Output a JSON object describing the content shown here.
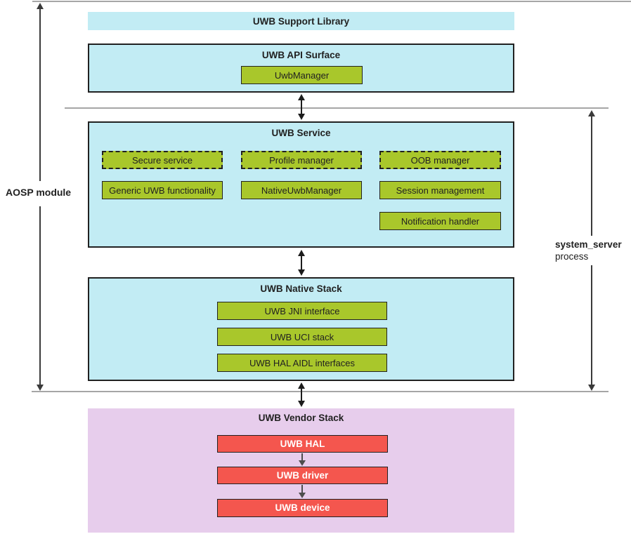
{
  "labels": {
    "aosp_module": "AOSP module",
    "system_server": "system_server",
    "process": "process"
  },
  "layers": {
    "support_library": {
      "title": "UWB Support Library"
    },
    "api_surface": {
      "title": "UWB API Surface",
      "items": [
        {
          "label": "UwbManager"
        }
      ]
    },
    "service": {
      "title": "UWB Service",
      "dashed_items": [
        {
          "label": "Secure service"
        },
        {
          "label": "Profile manager"
        },
        {
          "label": "OOB manager"
        }
      ],
      "solid_items": [
        {
          "label": "Generic UWB functionality"
        },
        {
          "label": "NativeUwbManager"
        },
        {
          "label": "Session management"
        },
        {
          "label": "Notification handler"
        }
      ]
    },
    "native_stack": {
      "title": "UWB Native Stack",
      "items": [
        {
          "label": "UWB JNI interface"
        },
        {
          "label": "UWB UCI stack"
        },
        {
          "label": "UWB HAL AIDL interfaces"
        }
      ]
    },
    "vendor_stack": {
      "title": "UWB Vendor Stack",
      "items": [
        {
          "label": "UWB HAL"
        },
        {
          "label": "UWB driver"
        },
        {
          "label": "UWB device"
        }
      ]
    }
  },
  "colors": {
    "light_blue": "#c2ecf4",
    "green": "#a9c72b",
    "purple": "#e7cdec",
    "red": "#f4564e",
    "border_dark": "#212121",
    "line_gray": "#a6a6a6",
    "arrow_dark": "#1c1c1c",
    "arrow_gray": "#4d4d4d"
  }
}
